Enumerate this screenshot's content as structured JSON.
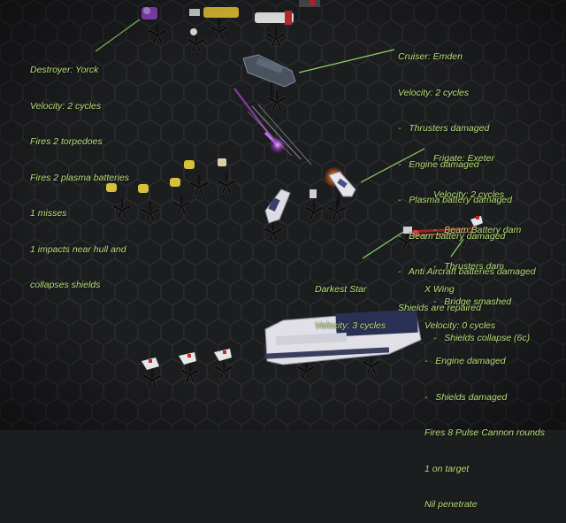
{
  "labels": {
    "destroyer": {
      "title": "Destroyer: Yorck",
      "lines": [
        "Velocity: 2 cycles",
        "Fires 2 torpedoes",
        "Fires 2 plasma batteries",
        "1 misses",
        "1 impacts near hull and",
        "collapses shields"
      ]
    },
    "cruiser": {
      "title": "Cruiser: Emden",
      "lines": [
        "Velocity: 2 cycles",
        "-   Thrusters damaged",
        "-   Engine damaged",
        "-   Plasma battery damaged",
        "-   Beam battery damaged",
        "-   Anti Aircraft batteries damaged",
        "Shields are repaired"
      ]
    },
    "frigate": {
      "title": "Frigate: Exeter",
      "lines": [
        "Velocity: 2 cycles",
        "-   Beam Battery dam",
        "-   Thrusters dam",
        "-   Bridge smashed",
        "-   Shields collapse (6c)"
      ]
    },
    "darkest_star": {
      "title": "Darkest Star",
      "lines": [
        "Velocity: 3 cycles"
      ]
    },
    "xwing": {
      "title": "X Wing",
      "lines": [
        "Velocity: 0 cycles",
        "-   Engine damaged",
        "-   Shields damaged",
        "Fires 8 Pulse Cannon rounds",
        "1 on target",
        "Nil penetrate"
      ]
    }
  },
  "colors": {
    "label_text": "#b8e07a",
    "callout_line": "#8fd46a",
    "board": "#1c1d1f",
    "hex_lines": "#2a2b2e",
    "plasma_trail": "#b04ad8",
    "laser_trail": "#e02828"
  }
}
